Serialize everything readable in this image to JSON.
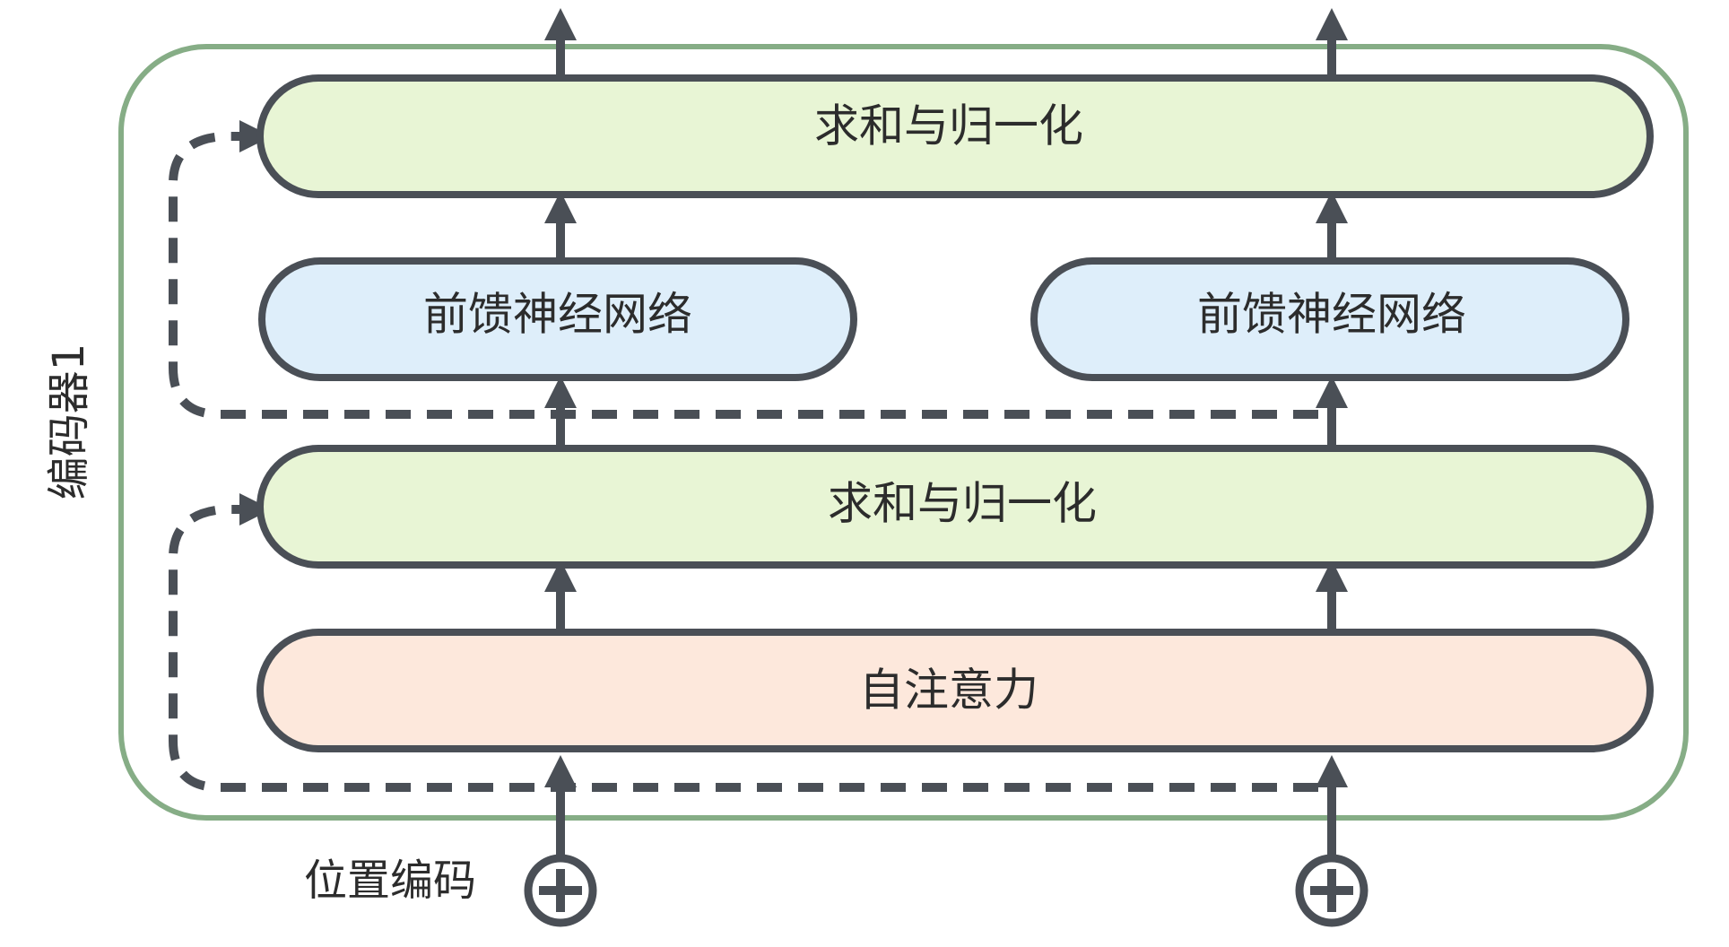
{
  "encoder": {
    "label": "编码器1"
  },
  "blocks": {
    "add_norm_top": "求和与归一化",
    "ffn_left": "前馈神经网络",
    "ffn_right": "前馈神经网络",
    "add_norm_bottom": "求和与归一化",
    "self_attention": "自注意力"
  },
  "positional_encoding": {
    "label": "位置编码"
  },
  "colors": {
    "encoder_border": "#86ad86",
    "block_stroke": "#4a4f56",
    "add_norm_fill": "#e8f5d5",
    "ffn_fill": "#deeefa",
    "attention_fill": "#fde8dc",
    "arrow": "#4a4f56"
  },
  "icons": {
    "add_symbol": "plus-circle-icon"
  }
}
